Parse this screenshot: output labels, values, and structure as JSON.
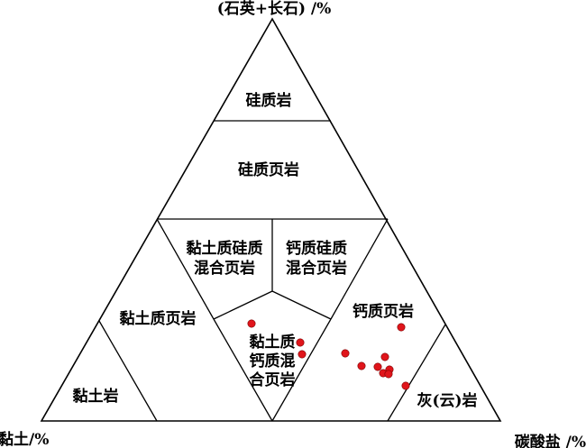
{
  "axes": {
    "top": "(石英+长石) /%",
    "left": "黏土/%",
    "right": "碳酸盐 /%"
  },
  "regions": {
    "siliceous_rock": "硅质岩",
    "siliceous_shale": "硅质页岩",
    "clay_siliceous_mixed": [
      "黏土质硅质",
      "混合页岩"
    ],
    "calc_siliceous_mixed": [
      "钙质硅质",
      "混合页岩"
    ],
    "clay_shale": "黏土质页岩",
    "clay_calc_mixed": [
      "黏土质",
      "钙质混",
      "合页岩"
    ],
    "calc_shale": "钙质页岩",
    "clay_rock": "黏土岩",
    "limestone_dolomite": "灰(云)岩"
  },
  "point_color": "#e0151b"
}
